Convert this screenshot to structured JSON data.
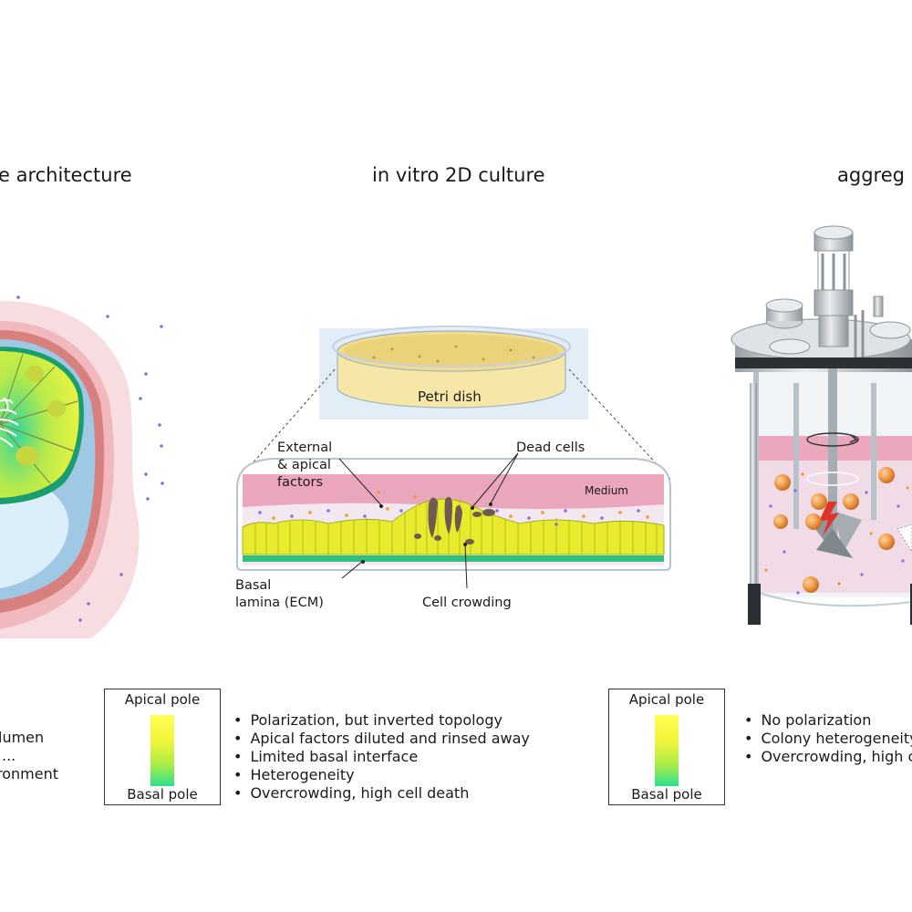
{
  "panels": {
    "left": {
      "title": "e architecture",
      "bullets": [
        "lumen",
        "...",
        "ronment"
      ]
    },
    "middle": {
      "title": "in vitro 2D culture",
      "petri_label": "Petri dish",
      "labels": {
        "external": "External",
        "apical": "& apical",
        "factors": "factors",
        "dead_cells": "Dead cells",
        "medium": "Medium",
        "basal": "Basal",
        "lamina": "lamina (ECM)",
        "crowding": "Cell crowding"
      },
      "legend": {
        "top": "Apical pole",
        "bottom": "Basal pole"
      },
      "bullets": [
        "Polarization, but inverted topology",
        "Apical factors diluted and rinsed away",
        "Limited basal interface",
        "Heterogeneity",
        "Overcrowding, high cell death"
      ]
    },
    "right": {
      "title": "aggreg",
      "legend": {
        "top": "Apical pole",
        "bottom": "Basal pole"
      },
      "bullets": [
        "No polarization",
        "Colony heterogeneity",
        "Overcrowding, high c"
      ]
    }
  },
  "colors": {
    "medium": "#e8a3b8",
    "cells": "#e8ea2c",
    "ecm": "#2fc07f",
    "factor_orange": "#f29a2e",
    "factor_purple": "#8a6fe0",
    "dead_cells": "#6e5a4e",
    "aggregate": "#f2a25a"
  },
  "icons": {
    "left": "organ-cross-section-icon",
    "petri": "petri-dish-icon",
    "right": "bioreactor-icon",
    "spark": "lightning-icon",
    "rotation": "rotation-arrow-icon"
  }
}
